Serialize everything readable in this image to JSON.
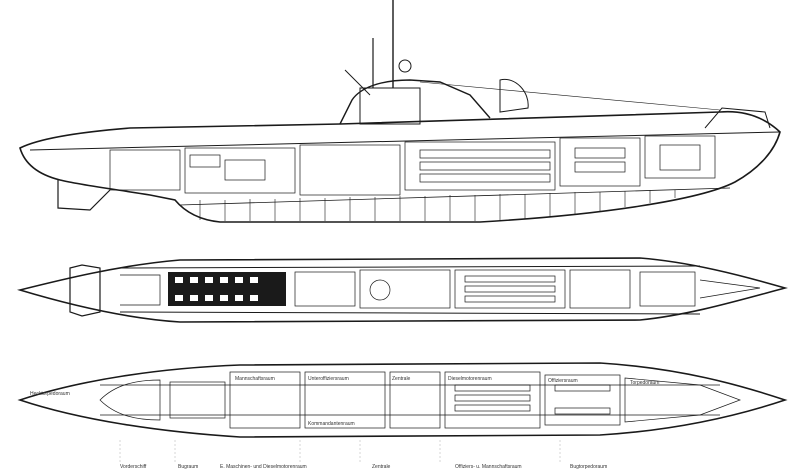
{
  "title_faint": "",
  "bottom_labels": [
    "Vorderschiff",
    "Bugraum",
    "E. Maschinen- und Dieselmotorenraum",
    "Zentrale",
    "Offiziers- u. Mannschaftsraum",
    "Bugtorpedoraum"
  ],
  "compartment_labels": [
    "Mannschaftsraum",
    "Unteroffiziersraum",
    "Kommandantenraum",
    "Zentrale",
    "Dieselmotorenraum",
    "Offiziersraum",
    "Torpedoraum",
    "Hecktorpedoraum"
  ]
}
